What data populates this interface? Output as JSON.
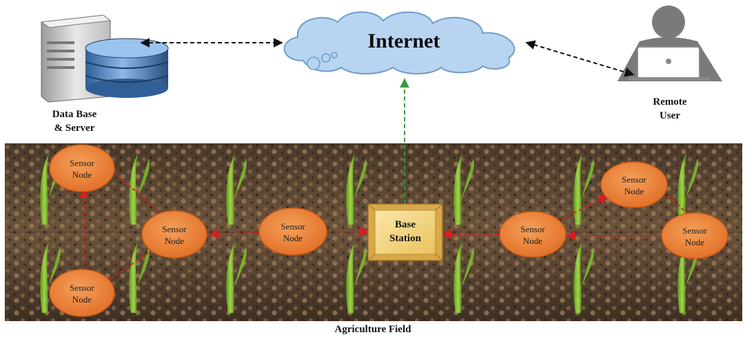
{
  "internet": {
    "label": "Internet"
  },
  "server": {
    "label_line1": "Data Base",
    "label_line2": "& Server"
  },
  "remote_user": {
    "label_line1": "Remote",
    "label_line2": "User"
  },
  "base_station": {
    "label_line1": "Base",
    "label_line2": "Station"
  },
  "sensor_node": {
    "label_line1": "Sensor",
    "label_line2": "Node"
  },
  "field": {
    "label": "Agriculture Field"
  },
  "colors": {
    "node_fill": "#e8742a",
    "node_stroke": "#c85a18",
    "link_red": "#d81e1e",
    "link_green": "#3a9a3a",
    "cloud_fill": "#b8d4f0",
    "base_fill": "#f4d98a"
  }
}
